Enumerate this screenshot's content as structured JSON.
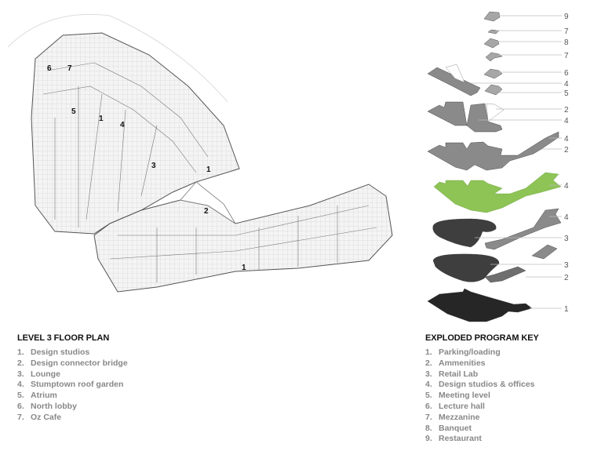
{
  "floor_plan": {
    "title": "LEVEL 3 FLOOR PLAN",
    "markers": [
      "6",
      "7",
      "5",
      "1",
      "4",
      "3",
      "1",
      "2",
      "1"
    ],
    "legend": [
      {
        "num": "1.",
        "label": "Design studios"
      },
      {
        "num": "2.",
        "label": "Design connector bridge"
      },
      {
        "num": "3.",
        "label": "Lounge"
      },
      {
        "num": "4.",
        "label": "Stumptown roof garden"
      },
      {
        "num": "5.",
        "label": "Atrium"
      },
      {
        "num": "6.",
        "label": "North lobby"
      },
      {
        "num": "7.",
        "label": "Oz Cafe"
      }
    ]
  },
  "exploded_key": {
    "title": "EXPLODED PROGRAM KEY",
    "callouts": [
      "9",
      "7",
      "8",
      "7",
      "6",
      "4",
      "5",
      "2",
      "4",
      "4",
      "2",
      "4",
      "4",
      "3",
      "3",
      "2",
      "1"
    ],
    "legend": [
      {
        "num": "1.",
        "label": "Parking/loading"
      },
      {
        "num": "2.",
        "label": "Ammenities"
      },
      {
        "num": "3.",
        "label": "Retail Lab"
      },
      {
        "num": "4.",
        "label": "Design studios & offices"
      },
      {
        "num": "5.",
        "label": "Meeting level"
      },
      {
        "num": "6.",
        "label": "Lecture hall"
      },
      {
        "num": "7.",
        "label": "Mezzanine"
      },
      {
        "num": "8.",
        "label": "Banquet"
      },
      {
        "num": "9.",
        "label": "Restaurant"
      }
    ]
  },
  "colors": {
    "highlight": "#8dc455",
    "slab": "#8a8a8a",
    "dark": "#3e3e3e",
    "darkest": "#262626"
  }
}
